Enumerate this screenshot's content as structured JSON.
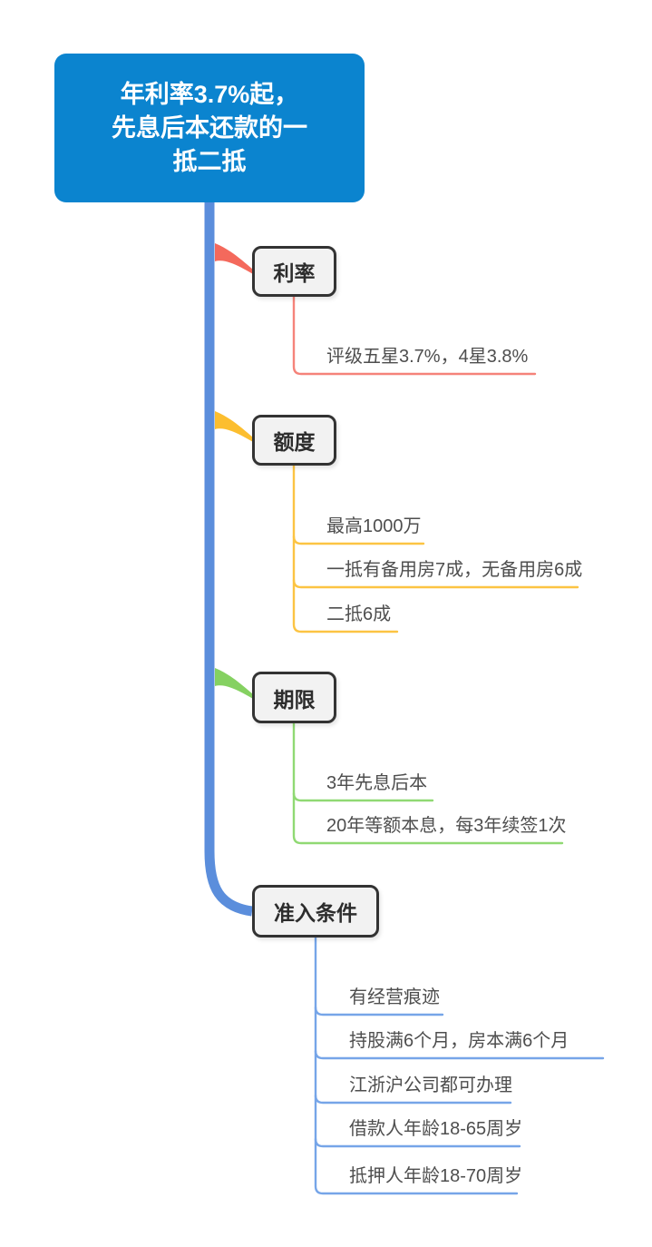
{
  "root": {
    "title": "年利率3.7%起，先息后本还款的一抵二抵",
    "lines": [
      "年利率3.7%起，",
      "先息后本还款的一",
      "抵二抵"
    ]
  },
  "branches": [
    {
      "label": "利率",
      "color": "#f4695c",
      "children": [
        "评级五星3.7%，4星3.8%"
      ]
    },
    {
      "label": "额度",
      "color": "#fcbe2f",
      "children": [
        "最高1000万",
        "一抵有备用房7成，无备用房6成",
        "二抵6成"
      ]
    },
    {
      "label": "期限",
      "color": "#85d161",
      "children": [
        "3年先息后本",
        "20年等额本息，每3年续签1次"
      ]
    },
    {
      "label": "准入条件",
      "color": "#5b8edc",
      "children": [
        "有经营痕迹",
        "持股满6个月，房本满6个月",
        "江浙沪公司都可办理",
        "借款人年龄18-65周岁",
        "抵押人年龄18-70周岁"
      ]
    }
  ],
  "colors": {
    "root_fill": "#0b84cf",
    "root_text": "#ffffff",
    "trunk": "#5b8edc",
    "branch_red": "#f4695c",
    "branch_yellow": "#fcbe2f",
    "branch_green": "#85d161",
    "line_red": "#f5837a",
    "line_yellow": "#fcc443",
    "line_green": "#90d973",
    "line_blue": "#76a5e8",
    "node_fill": "#f2f2f2",
    "node_border": "#333333",
    "node_text": "#2d2d2d",
    "child_text": "#4e4e4e"
  }
}
